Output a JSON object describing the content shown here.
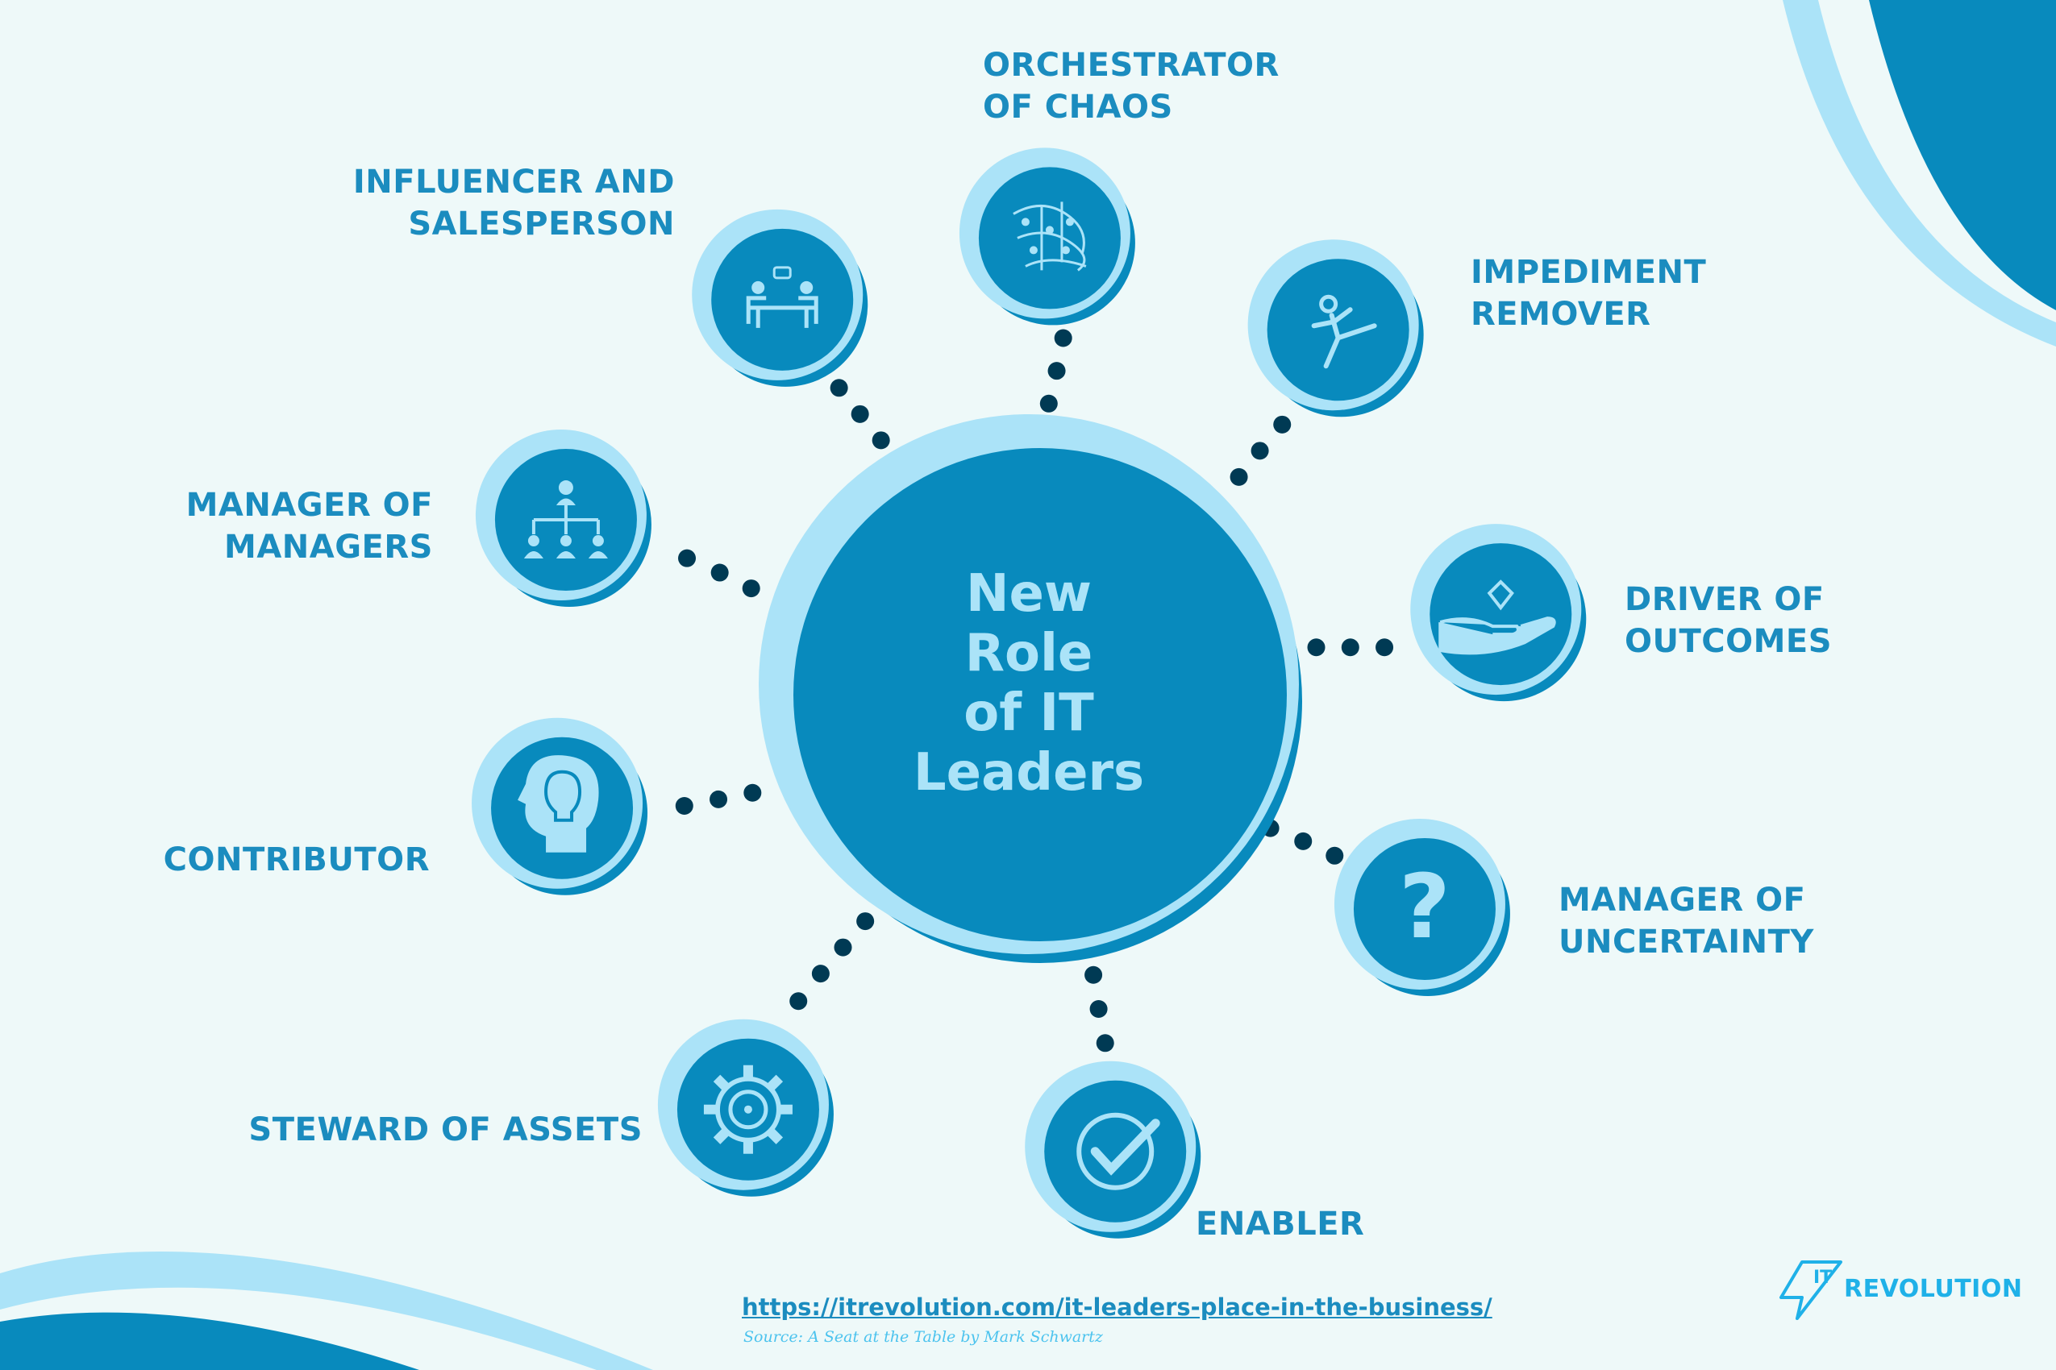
{
  "center": {
    "lines": [
      "New",
      "Role",
      "of IT",
      "Leaders"
    ]
  },
  "roles": [
    {
      "id": "influencer",
      "lines": [
        "INFLUENCER AND",
        "SALESPERSON"
      ],
      "icon": "meeting-table-icon"
    },
    {
      "id": "orchestrator",
      "lines": [
        "ORCHESTRATOR",
        "OF CHAOS"
      ],
      "icon": "play-diagram-icon"
    },
    {
      "id": "impediment",
      "lines": [
        "IMPEDIMENT",
        "REMOVER"
      ],
      "icon": "kicking-person-icon"
    },
    {
      "id": "managers",
      "lines": [
        "MANAGER OF",
        "MANAGERS"
      ],
      "icon": "org-chart-icon"
    },
    {
      "id": "driver",
      "lines": [
        "DRIVER OF",
        "OUTCOMES"
      ],
      "icon": "hand-diamond-icon"
    },
    {
      "id": "contributor",
      "lines": [
        "CONTRIBUTOR"
      ],
      "icon": "head-lightbulb-icon"
    },
    {
      "id": "uncertainty",
      "lines": [
        "MANAGER OF",
        "UNCERTAINTY"
      ],
      "icon": "question-mark-icon"
    },
    {
      "id": "steward",
      "lines": [
        "STEWARD OF ASSETS"
      ],
      "icon": "gear-icon"
    },
    {
      "id": "enabler",
      "lines": [
        "ENABLER"
      ],
      "icon": "checkmark-icon"
    }
  ],
  "footer": {
    "url": "https://itrevolution.com/it-leaders-place-in-the-business/",
    "source": "Source: A Seat at the Table by Mark Schwartz"
  },
  "logo": {
    "it": "IT",
    "name": "REVOLUTION"
  },
  "colors": {
    "background": "#eef9f9",
    "dark": "#088abd",
    "light": "#abe3f8",
    "text": "#1b8cbf",
    "dots": "#003a54"
  }
}
